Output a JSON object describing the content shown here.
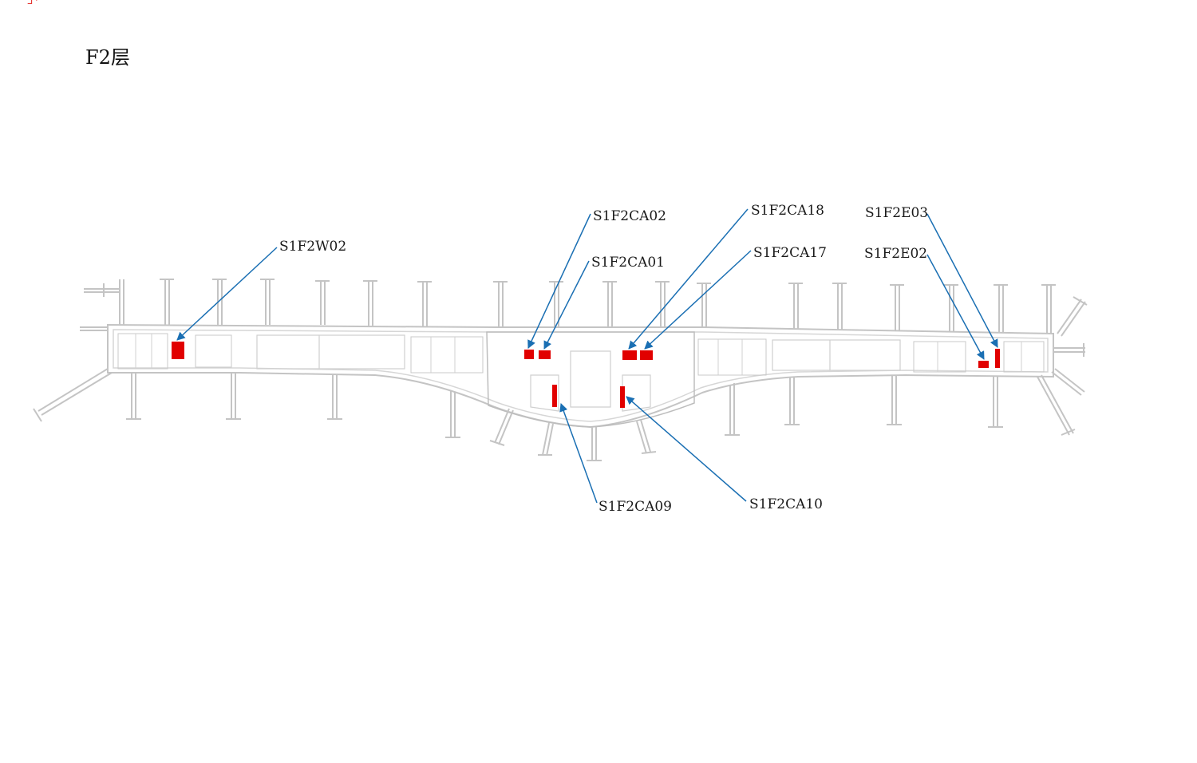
{
  "page": {
    "floor_title": "F2层"
  },
  "colors": {
    "wall": "#c9c9c9",
    "wall_dark": "#b5b5b5",
    "marker": "#e10000",
    "leader": "#1a6fb3",
    "label": "#1a1a1a"
  },
  "callouts": [
    {
      "id": "S1F2W02",
      "label": "S1F2W02"
    },
    {
      "id": "S1F2CA02",
      "label": "S1F2CA02"
    },
    {
      "id": "S1F2CA01",
      "label": "S1F2CA01"
    },
    {
      "id": "S1F2CA18",
      "label": "S1F2CA18"
    },
    {
      "id": "S1F2CA17",
      "label": "S1F2CA17"
    },
    {
      "id": "S1F2E03",
      "label": "S1F2E03"
    },
    {
      "id": "S1F2E02",
      "label": "S1F2E02"
    },
    {
      "id": "S1F2CA09",
      "label": "S1F2CA09"
    },
    {
      "id": "S1F2CA10",
      "label": "S1F2CA10"
    }
  ]
}
